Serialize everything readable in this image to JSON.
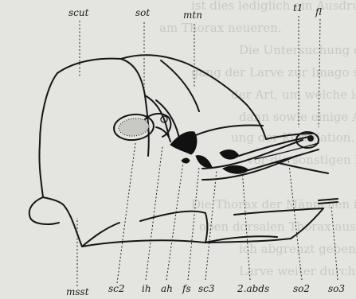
{
  "labels": {
    "scut": "scut",
    "sot": "sot",
    "mtn": "mtn",
    "t1": "t1",
    "fl": "fl",
    "msst": "msst",
    "sc2": "sc2",
    "ih": "ih",
    "ah": "ah",
    "fs": "fs",
    "sc3": "sc3",
    "abds": "2.abds",
    "so2": "so2",
    "so3": "so3"
  },
  "colors": {
    "paper": "#e4e4e0",
    "ink": "#151515",
    "bleed_through": "#c9c9c4"
  }
}
